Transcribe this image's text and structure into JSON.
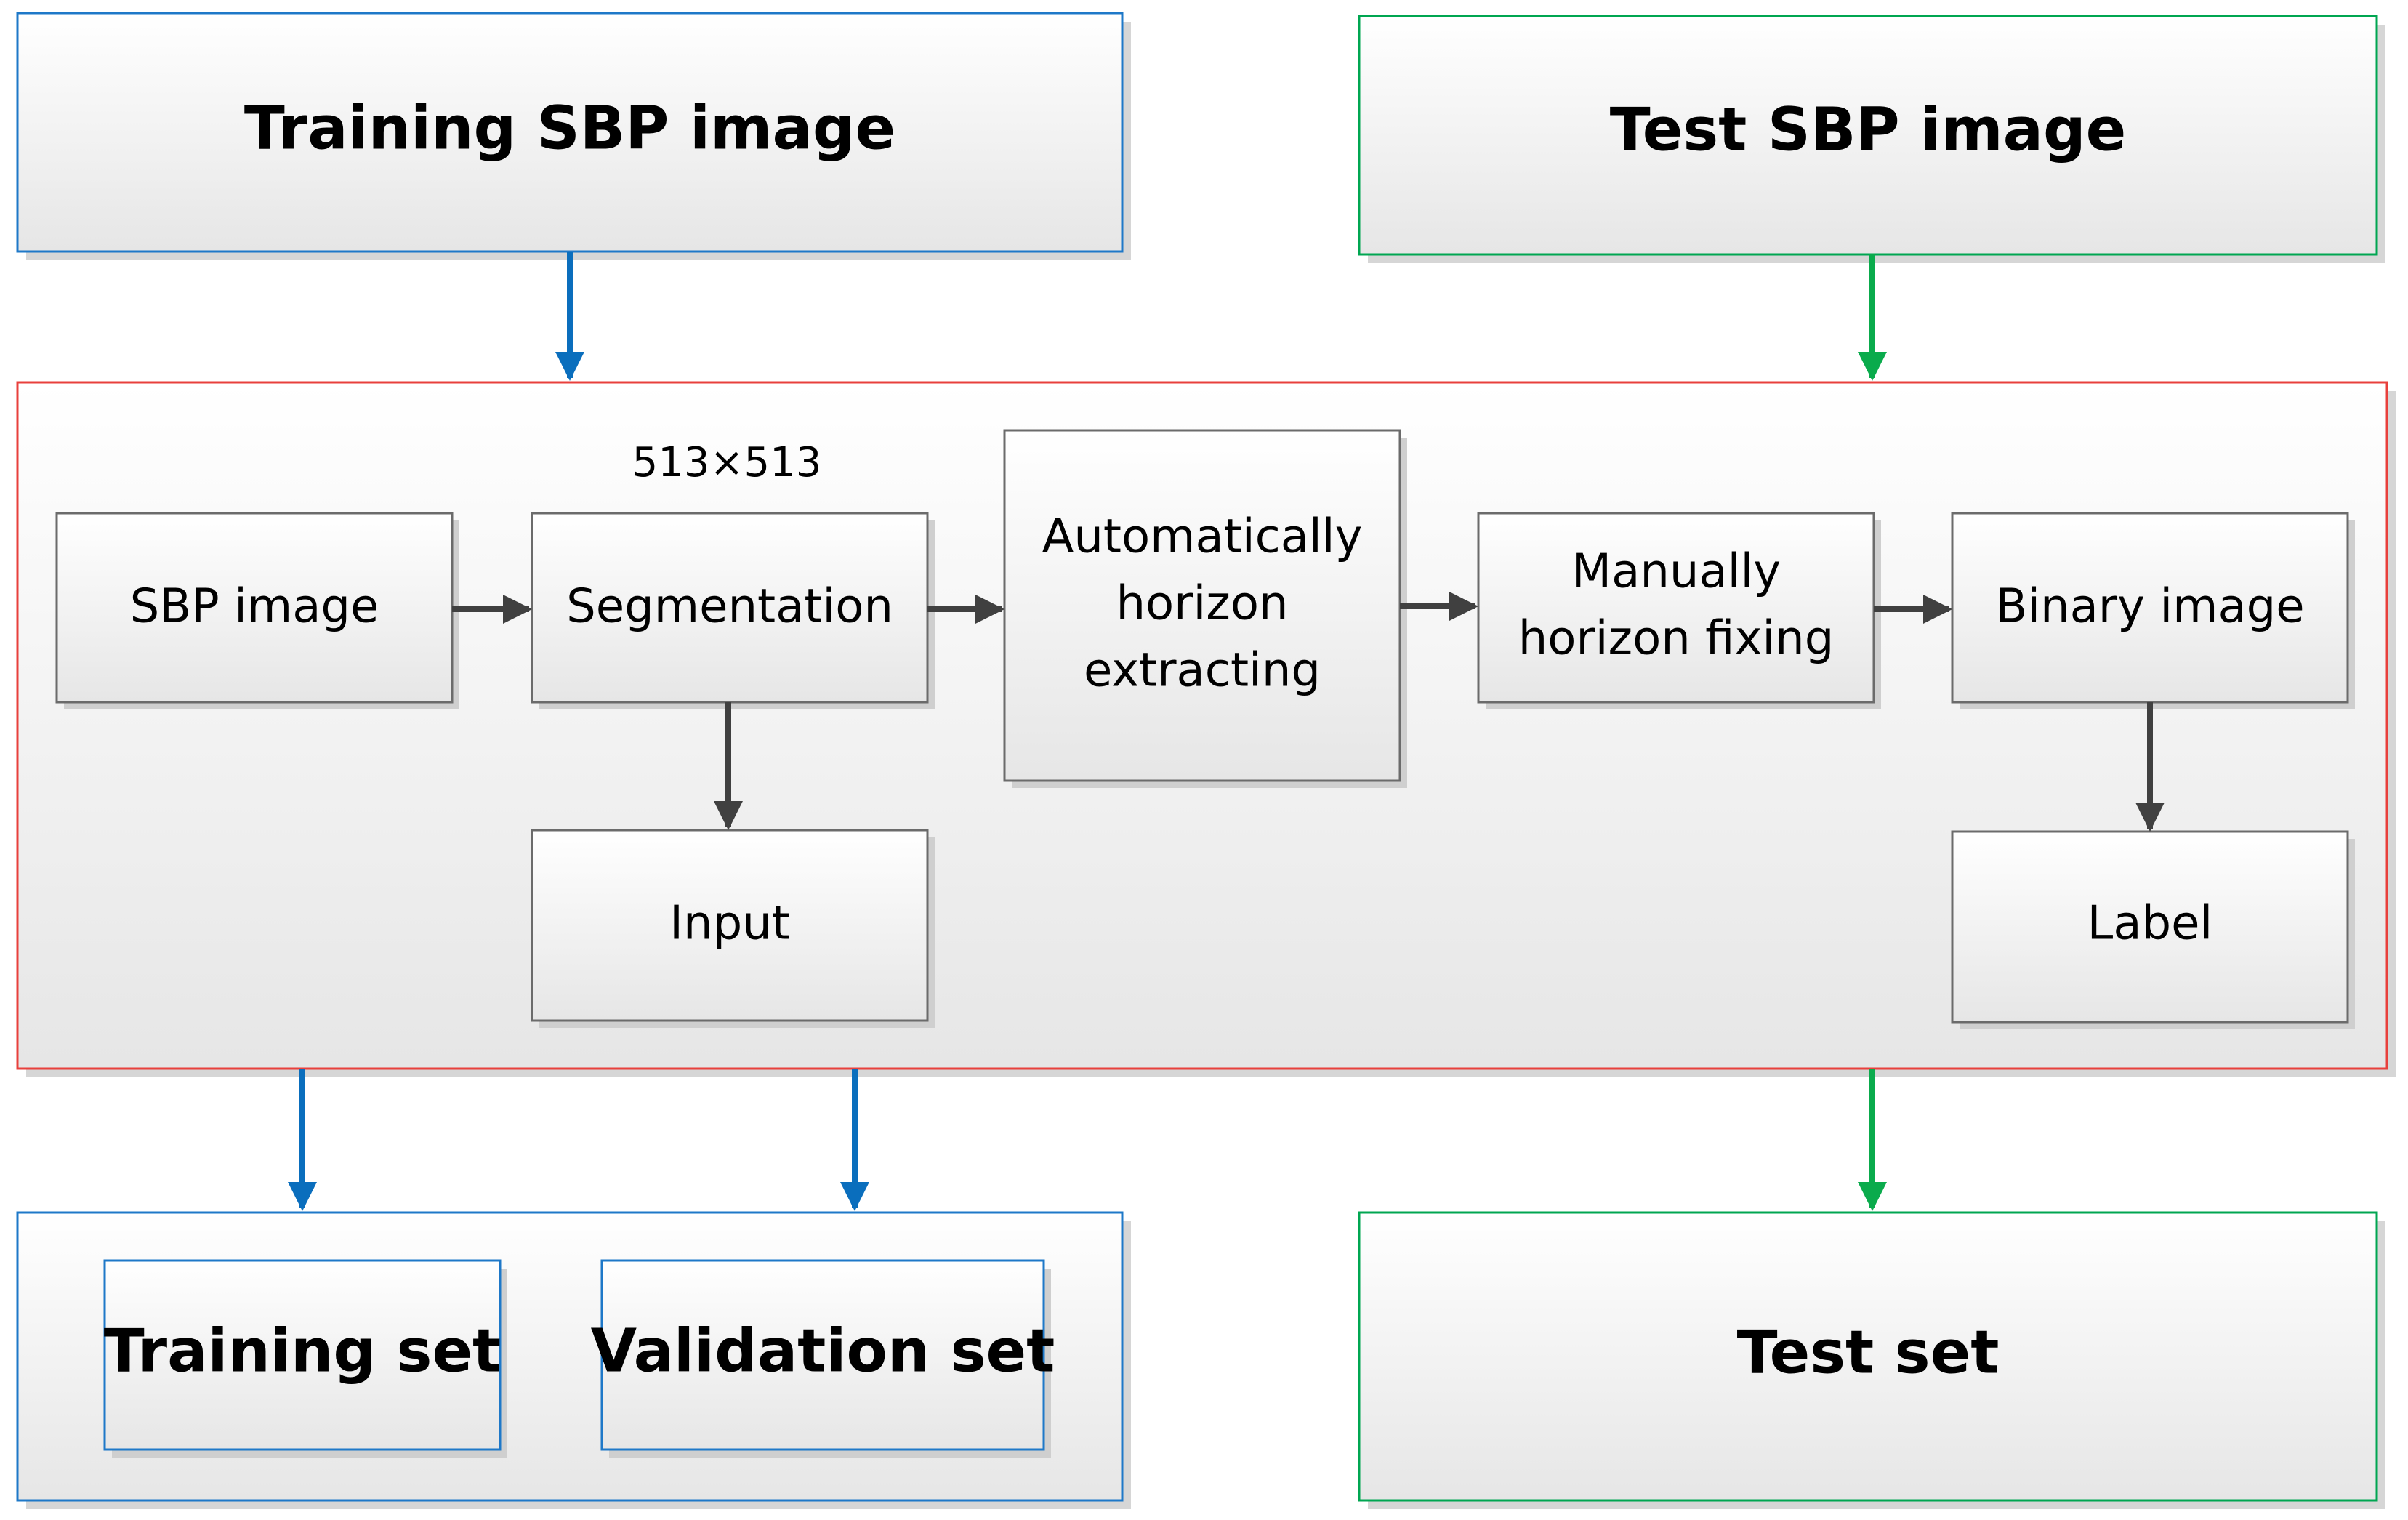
{
  "colors": {
    "training_border": "#1e78c8",
    "test_border": "#00a651",
    "process_border": "#e8403c",
    "inner_border": "#6b6b6b",
    "arrow_dark": "#404040",
    "arrow_blue": "#0a6ebd",
    "arrow_green": "#0aab4c",
    "fill_top": "#ffffff",
    "fill_bottom": "#e6e6e6",
    "shadow": "#d0d0d0"
  },
  "nodes": {
    "training_sbp_image": "Training SBP image",
    "test_sbp_image": "Test SBP image",
    "sbp_image": "SBP image",
    "segmentation": "Segmentation",
    "size_annotation": "513×513",
    "auto_horizon": [
      "Automatically",
      "horizon",
      "extracting"
    ],
    "manual_horizon": [
      "Manually",
      "horizon fixing"
    ],
    "binary_image": "Binary image",
    "input": "Input",
    "label": "Label",
    "training_set": "Training set",
    "validation_set": "Validation set",
    "test_set": "Test set"
  }
}
